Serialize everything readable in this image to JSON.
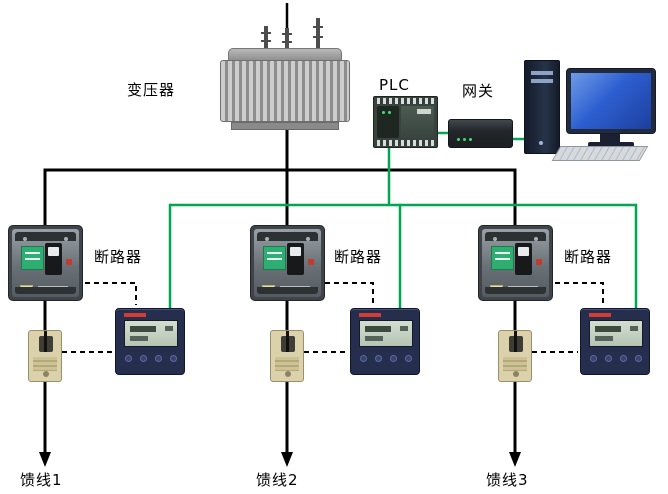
{
  "diagram": {
    "labels": {
      "transformer": "变压器",
      "plc": "PLC",
      "gateway": "网关",
      "breaker": "断路器",
      "feeder1": "馈线1",
      "feeder2": "馈线2",
      "feeder3": "馈线3"
    },
    "colors": {
      "power_wire": "#000000",
      "comm_wire": "#00a651",
      "meter_body": "#262e4d",
      "breaker_body": "#3e4449",
      "ct_body": "#dbd2ab"
    },
    "counts": {
      "breakers": 3,
      "meters": 3,
      "current_transformers": 3,
      "feeders": 3
    }
  }
}
